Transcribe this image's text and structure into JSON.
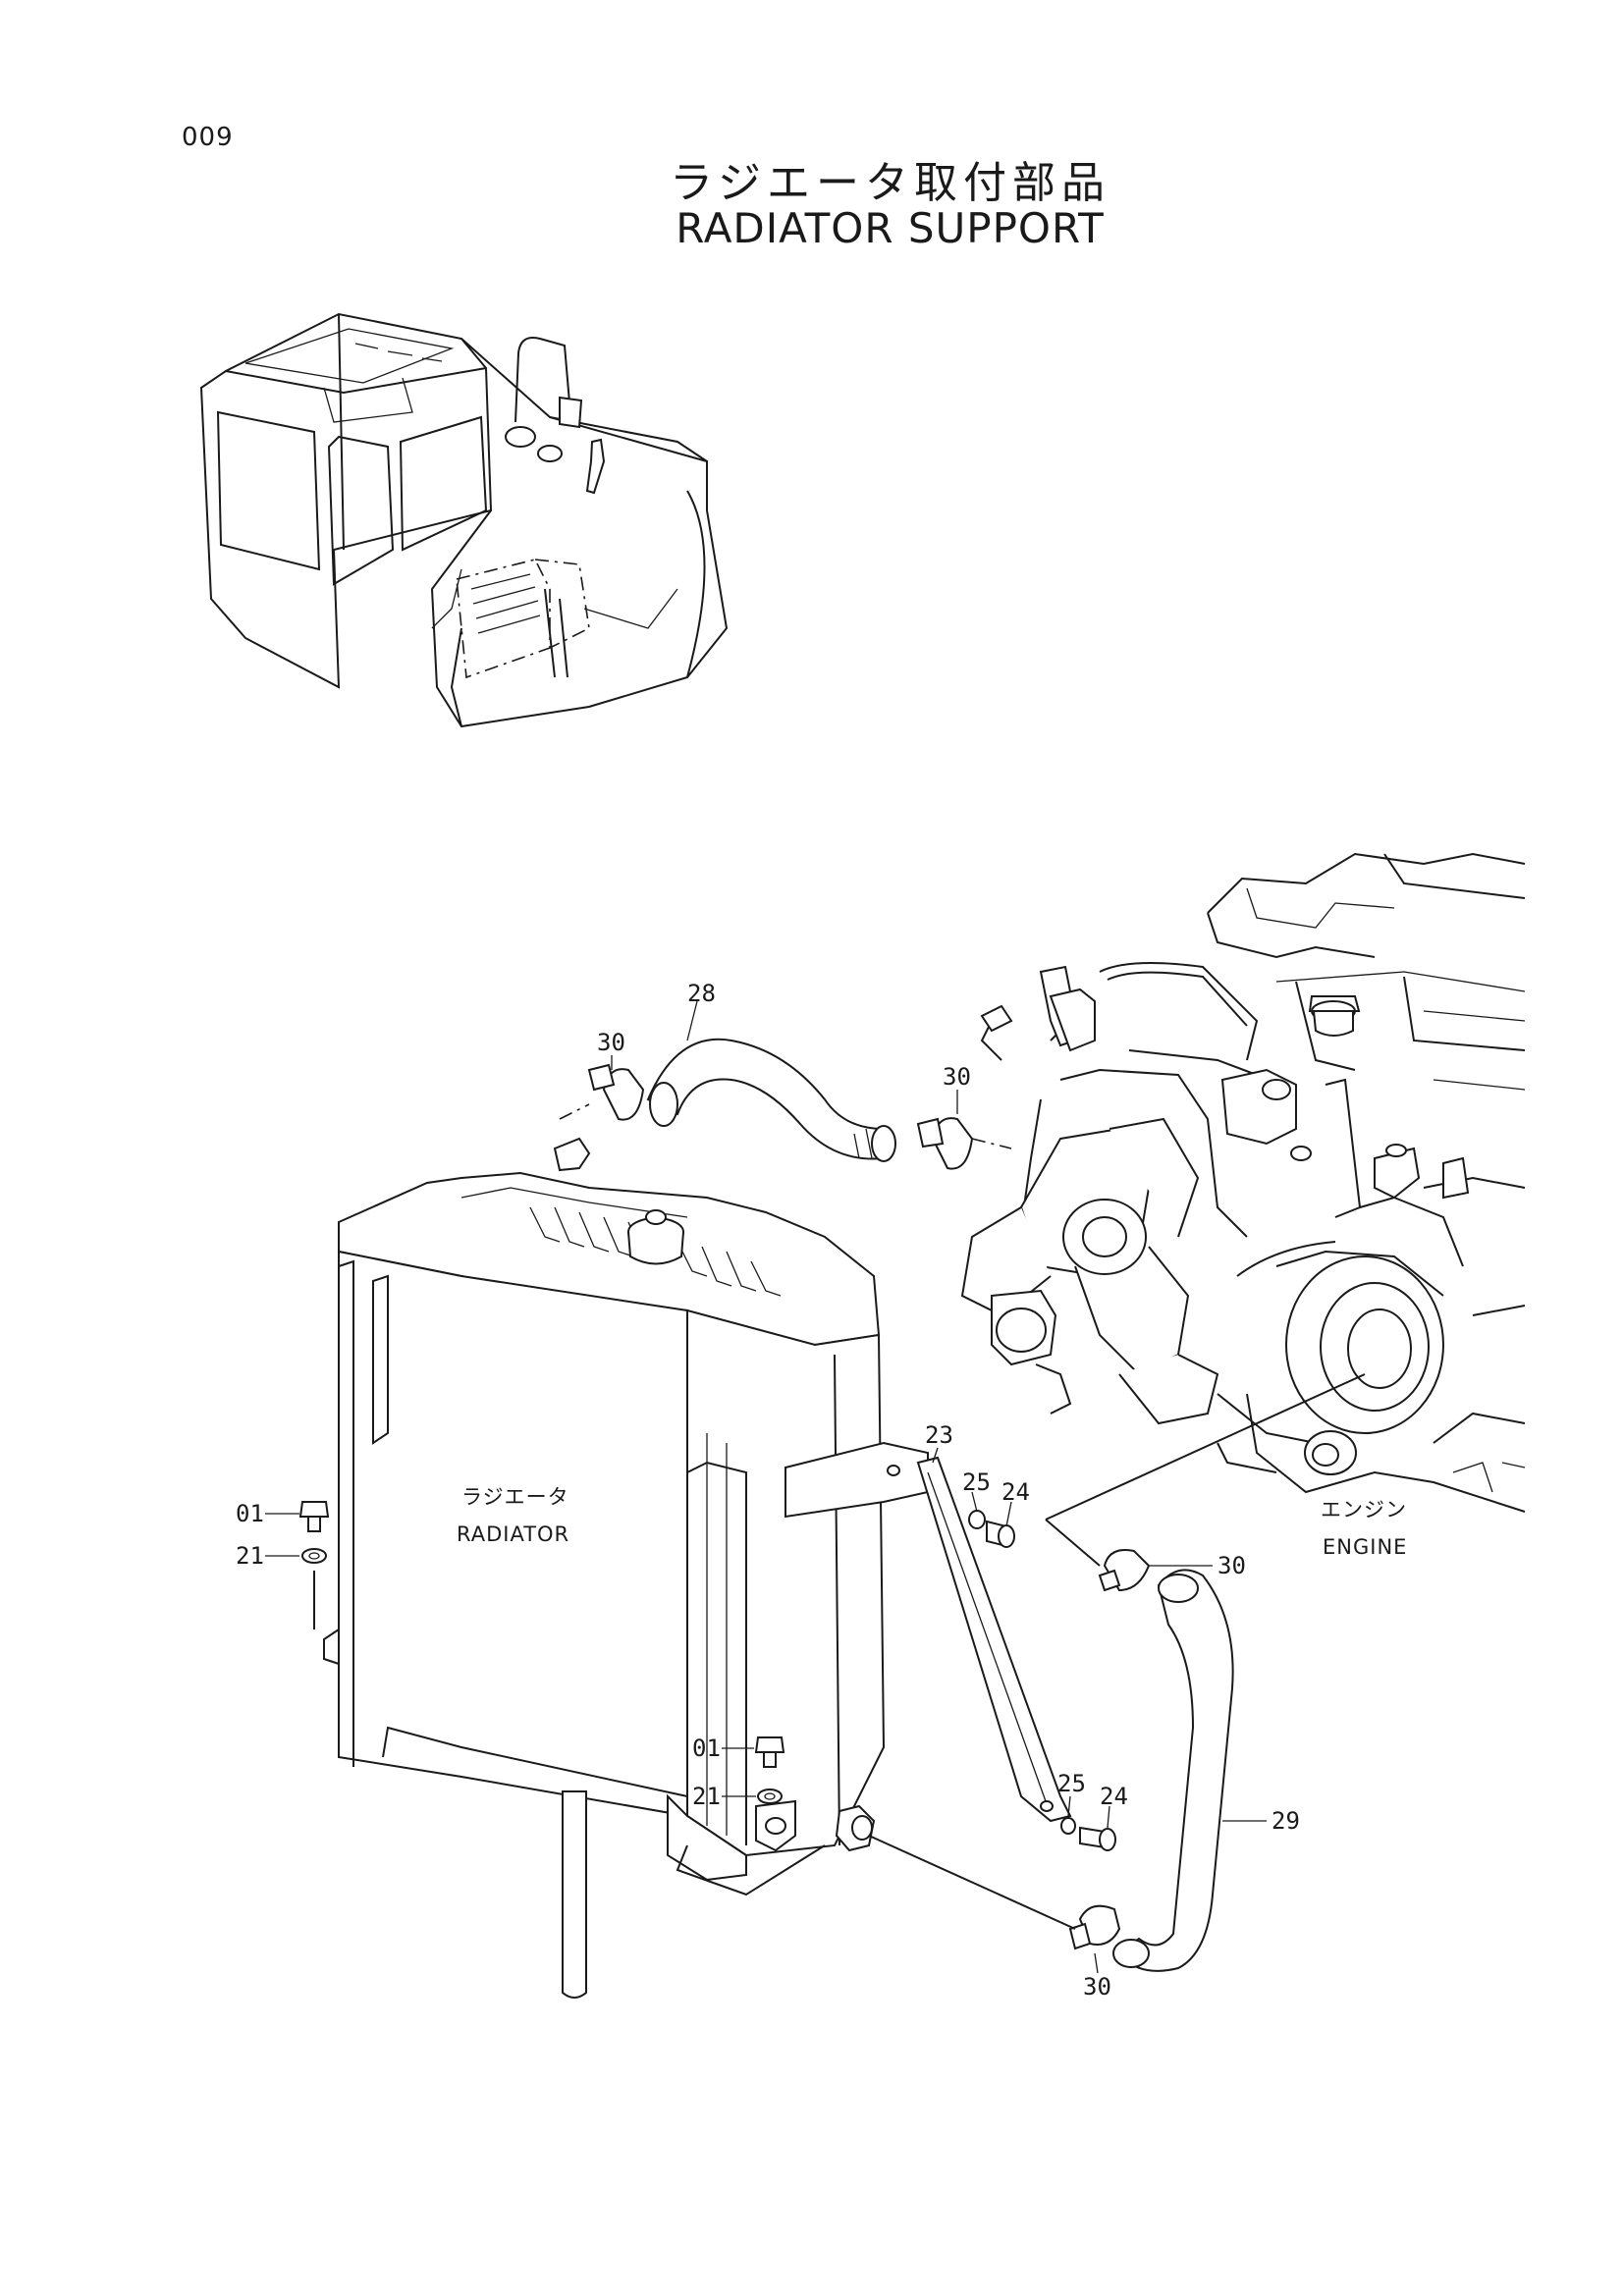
{
  "page": {
    "number": "009"
  },
  "title": {
    "japanese": "ラジエータ取付部品",
    "english": "RADIATOR SUPPORT"
  },
  "labels": {
    "radiator_jp": "ラジエータ",
    "radiator_en": "RADIATOR",
    "engine_jp": "エンジン",
    "engine_en": "ENGINE"
  },
  "callouts": {
    "hose_28": "28",
    "clamp_30_upper_left": "30",
    "clamp_30_upper_right": "30",
    "clamp_30_engine_outlet": "30",
    "clamp_30_lower": "30",
    "hose_29": "29",
    "stay_23": "23",
    "washer_25_upper": "25",
    "bolt_24_upper": "24",
    "washer_25_lower": "25",
    "bolt_24_lower": "24",
    "bolt_01_left": "01",
    "washer_21_left": "21",
    "bolt_01_right": "01",
    "washer_21_right": "21"
  }
}
